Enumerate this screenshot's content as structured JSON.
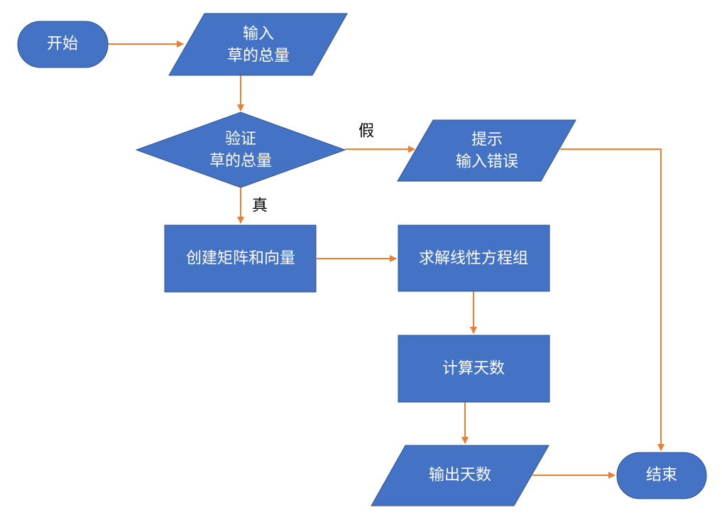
{
  "colors": {
    "node_fill": "#4472C4",
    "node_stroke": "#2F528F",
    "connector": "#ED7D31",
    "text": "#FFFFFF",
    "edge_text": "#000000"
  },
  "nodes": {
    "start": {
      "label": "开始"
    },
    "input": {
      "line1": "输入",
      "line2": "草的总量"
    },
    "validate": {
      "line1": "验证",
      "line2": "草的总量"
    },
    "error": {
      "line1": "提示",
      "line2": "输入错误"
    },
    "create_matrix": {
      "label": "创建矩阵和向量"
    },
    "solve": {
      "label": "求解线性方程组"
    },
    "compute_days": {
      "label": "计算天数"
    },
    "output_days": {
      "label": "输出天数"
    },
    "end": {
      "label": "结束"
    }
  },
  "edges": {
    "false_label": "假",
    "true_label": "真"
  }
}
